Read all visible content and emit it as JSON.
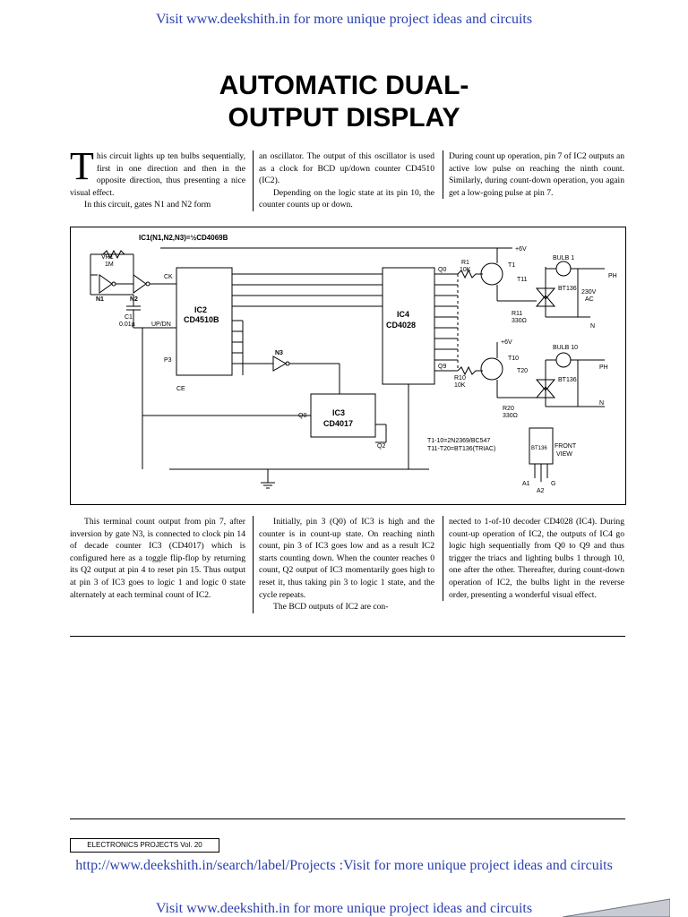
{
  "header_link": "Visit www.deekshith.in for more unique project ideas and circuits",
  "title_line1": "AUTOMATIC DUAL-",
  "title_line2": "OUTPUT DISPLAY",
  "intro": {
    "dropcap": "T",
    "col1_p1": "his circuit lights up ten bulbs sequentially, first in one direction and then in the opposite direction, thus presenting a nice visual effect.",
    "col1_p2": "In this circuit, gates N1 and N2 form",
    "col2_p1": "an oscillator. The output of this oscillator is used as a clock for BCD up/down counter CD4510 (IC2).",
    "col2_p2": "Depending on the logic state at its pin 10, the counter counts up or down.",
    "col3_p1": "During count up operation, pin 7 of IC2 outputs an active low pulse on reaching the ninth count. Similarly, during count-down operation, you again get a low-going pulse at pin 7."
  },
  "schematic": {
    "ic1_label": "IC1(N1,N2,N3)=½CD4069B",
    "ic2_name": "IC2",
    "ic2_part": "CD4510B",
    "ic3_name": "IC3",
    "ic3_part": "CD4017",
    "ic4_name": "IC4",
    "ic4_part": "CD4028",
    "vr1": "VR1",
    "vr1_val": "1M",
    "c1": "C1",
    "c1_val": "0.01µ",
    "n1": "N1",
    "n2": "N2",
    "n3": "N3",
    "supply": "+6V",
    "bulb1": "BULB 1",
    "bulb10": "BULB 10",
    "t1": "T1",
    "t10": "T10",
    "t11": "T11",
    "t20": "T20",
    "r1": "R1",
    "r1_val": "10K",
    "r10": "R10",
    "r10_val": "10K",
    "r11": "R11",
    "r11_val": "330Ω",
    "r20": "R20",
    "r20_val": "330Ω",
    "bt136": "BT136",
    "ac_label1": "230V",
    "ac_label2": "AC",
    "ph": "PH",
    "n": "N",
    "note1": "T1-10=2N2369/BC547",
    "note2": "T11-T20=BT136(TRIAC)",
    "front_view1": "FRONT",
    "front_view2": "VIEW",
    "a1": "A1",
    "a2": "A2",
    "g": "G",
    "ck": "CK",
    "updn": "UP/DN",
    "ce": "CE",
    "p3": "P3",
    "q0": "Q0",
    "q2": "Q2",
    "q0_out": "Q0",
    "q9_out": "Q9"
  },
  "body": {
    "col1": "This terminal count output from pin 7, after inversion by gate N3, is connected to clock pin 14 of decade counter IC3 (CD4017) which is configured here as a toggle flip-flop by returning its Q2 output at pin 4 to reset pin 15. Thus output at pin 3 of IC3 goes to logic 1 and logic 0 state alternately at each terminal count of IC2.",
    "col2_p1": "Initially, pin 3 (Q0) of IC3 is high and the counter is in count-up state. On reaching ninth count, pin 3 of IC3 goes low and as a result IC2 starts counting down. When the counter reaches 0 count, Q2 output of IC3 momentarily goes high to reset it, thus taking pin 3 to logic 1 state, and the cycle repeats.",
    "col2_p2": "The BCD outputs of IC2 are con-",
    "col3_p1": "nected to 1-of-10 decoder CD4028 (IC4). During count-up operation of IC2, the outputs of IC4 go logic high sequentially from Q0 to Q9 and thus trigger the triacs and lighting bulbs 1 through 10, one after the other. Thereafter, during count-down operation of IC2, the bulbs light in the reverse order, presenting a wonderful visual effect."
  },
  "footer_label": "ELECTRONICS PROJECTS Vol. 20",
  "bottom_link_1": "http://www.deekshith.in/search/label/Projects  :Visit for more unique project ideas and circuits",
  "bottom_link_2": "Visit www.deekshith.in for more unique project ideas and circuits"
}
